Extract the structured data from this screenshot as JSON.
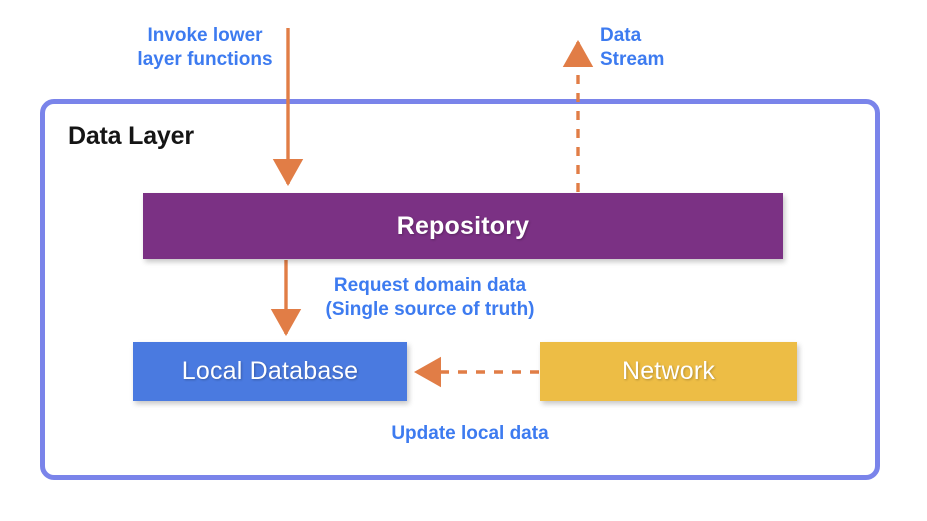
{
  "diagram": {
    "title": "Data Layer",
    "accent_colors": {
      "container_border": "#7a84ea",
      "arrow": "#e17d46",
      "label_text": "#3d7bf0",
      "repository_fill": "#7b3184",
      "local_database_fill": "#4a7ae0",
      "network_fill": "#edbd45",
      "box_text": "#ffffff",
      "title_text": "#151515",
      "background": "#ffffff"
    },
    "boxes": [
      {
        "id": "repository",
        "label": "Repository",
        "fill": "#7b3184"
      },
      {
        "id": "local-database",
        "label": "Local Database",
        "fill": "#4a7ae0"
      },
      {
        "id": "network",
        "label": "Network",
        "fill": "#edbd45"
      }
    ],
    "labels": [
      {
        "id": "invoke",
        "text": "Invoke lower\nlayer functions"
      },
      {
        "id": "data-stream",
        "text": "Data\nStream"
      },
      {
        "id": "request",
        "text": "Request domain data\n(Single source of truth)"
      },
      {
        "id": "update",
        "text": "Update local data"
      }
    ],
    "arrows": [
      {
        "id": "invoke-arrow",
        "style": "solid",
        "direction": "down",
        "from": "outside-top",
        "to": "repository"
      },
      {
        "id": "data-stream-arrow",
        "style": "dashed",
        "direction": "up",
        "from": "repository",
        "to": "outside-top"
      },
      {
        "id": "request-arrow",
        "style": "solid",
        "direction": "down",
        "from": "repository",
        "to": "local-database"
      },
      {
        "id": "update-arrow",
        "style": "dashed",
        "direction": "left",
        "from": "network",
        "to": "local-database"
      }
    ]
  }
}
